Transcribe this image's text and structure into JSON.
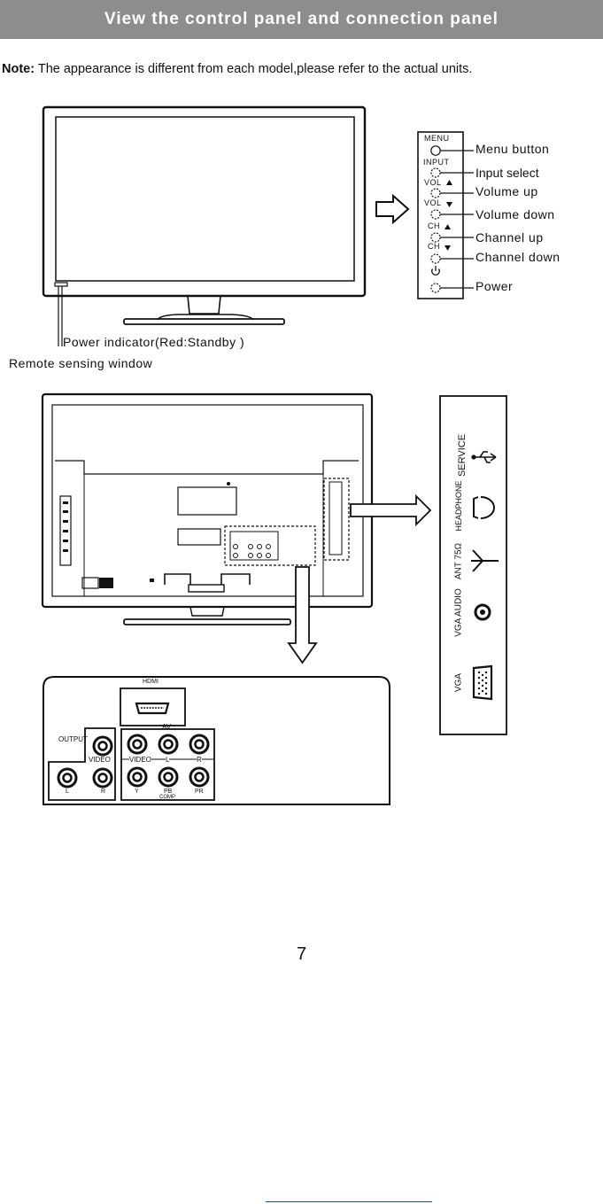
{
  "header": {
    "title": "View the control panel and connection panel"
  },
  "note": {
    "prefix": "Note:",
    "text": "The appearance is different from each model,please refer to the actual units."
  },
  "front_view": {
    "power_indicator_label": "Power indicator(Red:Standby )",
    "remote_window_label": "Remote sensing window"
  },
  "control_panel": {
    "captions": [
      "MENU",
      "INPUT",
      "VOL",
      "VOL",
      "CH",
      "CH"
    ],
    "buttons": [
      "Menu button",
      "Input select",
      "Volume up",
      "Volume down",
      "Channel up",
      "Channel down",
      "Power"
    ]
  },
  "side_panel": {
    "ports": [
      "SERVICE",
      "HEADPHONE",
      "ANT 75Ω",
      "VGA AUDIO",
      "VGA"
    ]
  },
  "rear_panel": {
    "hdmi": "HDMI",
    "output": "OUTPUT",
    "av": "AV",
    "video": "VIDEO",
    "video_in": "VIDEO",
    "l": "L",
    "r": "R",
    "out_l": "L",
    "out_r": "R",
    "y": "Y",
    "pb": "PB",
    "pr": "PR",
    "comp": "COMP"
  },
  "page_number": "7"
}
